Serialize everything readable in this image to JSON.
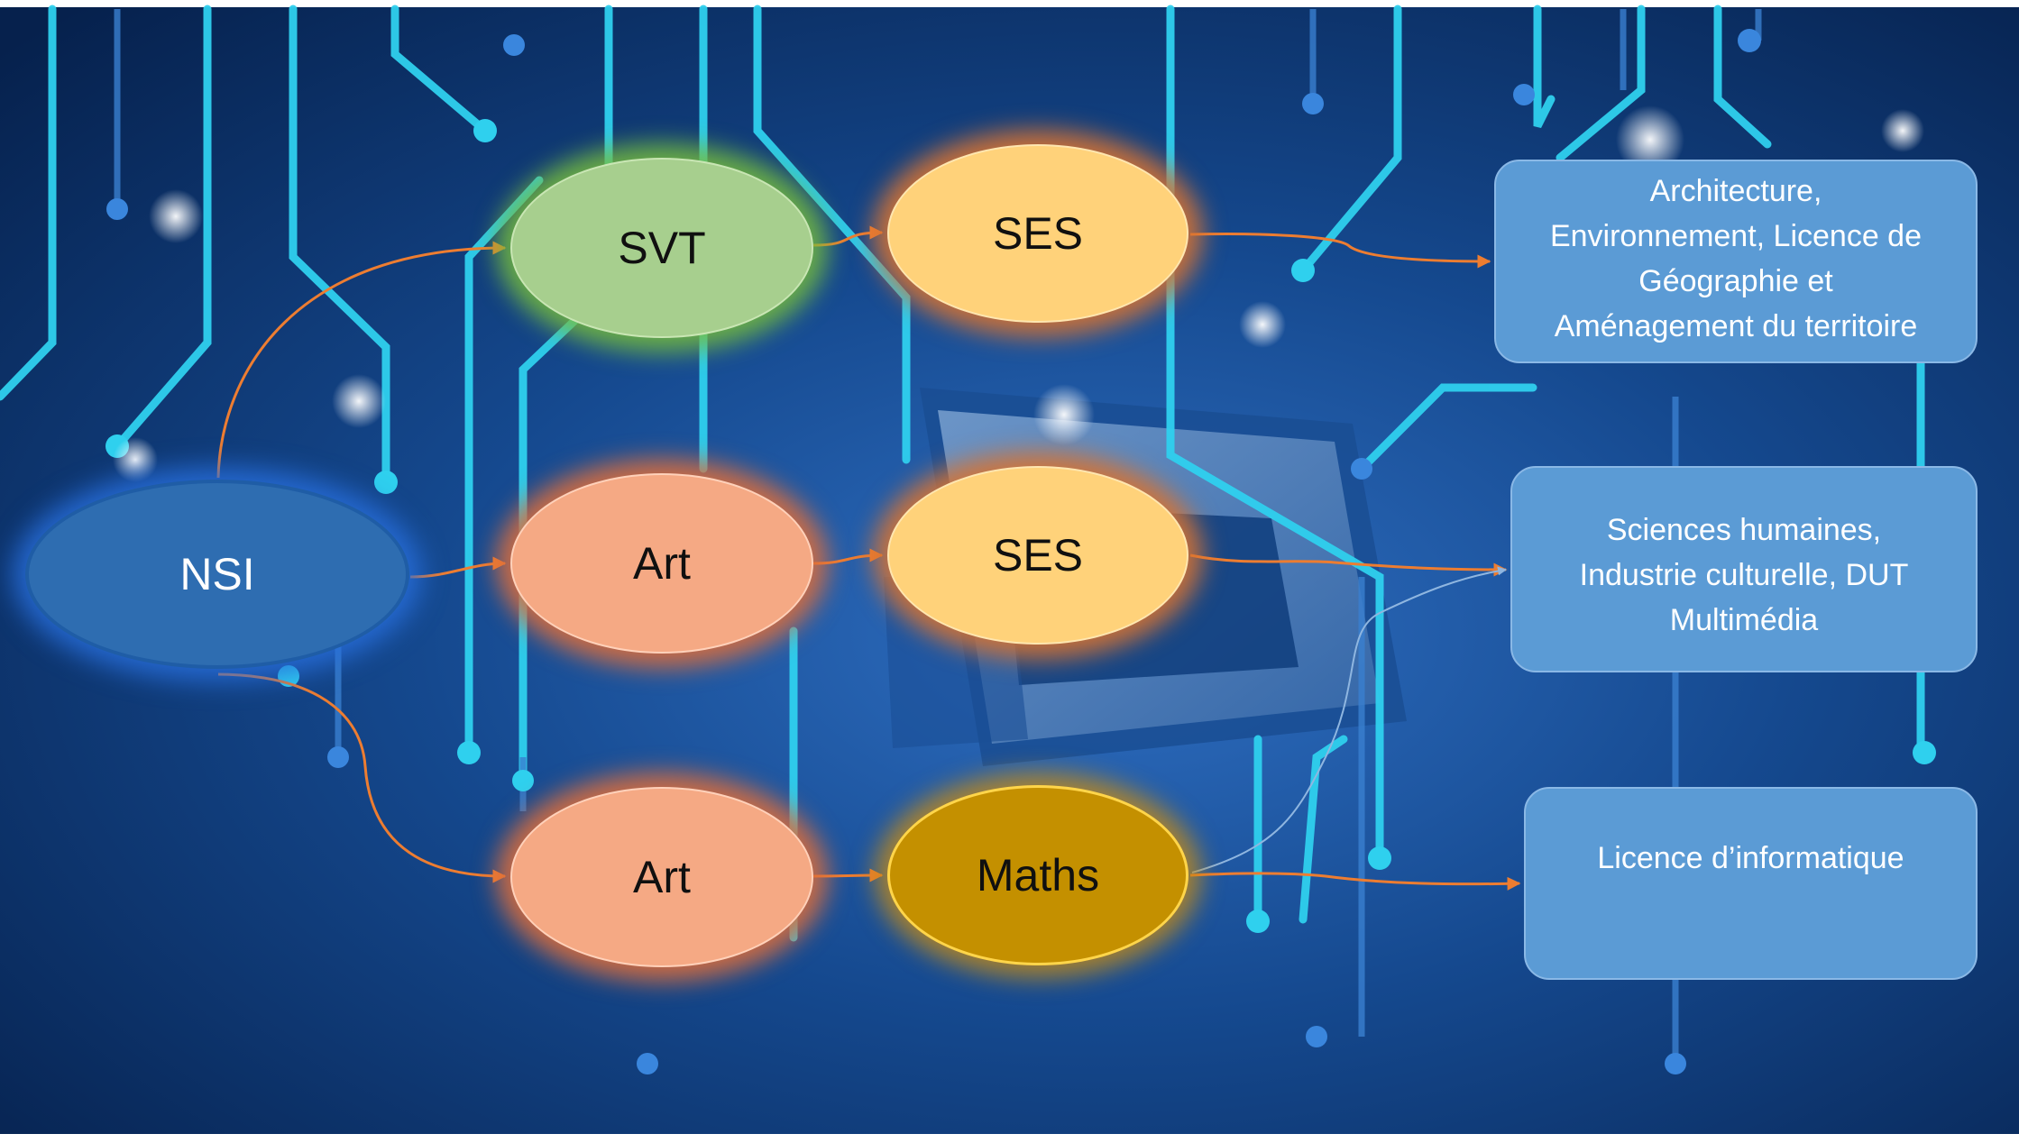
{
  "nodes": {
    "nsi": "NSI",
    "svt": "SVT",
    "ses_top": "SES",
    "art_mid": "Art",
    "ses_mid": "SES",
    "art_bottom": "Art",
    "maths": "Maths"
  },
  "outcomes": {
    "top": "Architecture,\nEnvironnement, Licence de\nGéographie et\nAménagement du territoire",
    "middle": "Sciences humaines,\nIndustrie culturelle, DUT\nMultimédia",
    "bottom": "Licence d’informatique"
  },
  "colors": {
    "background": "#0b3a78",
    "circuit_trace": "#2fd0ee",
    "arrow": "#ed7d31",
    "nsi": "#2e6db1",
    "svt": "#a7cf8e",
    "ses": "#ffd27a",
    "art": "#f5a984",
    "maths": "#c49000",
    "outcome_box": "#5b9bd5"
  }
}
